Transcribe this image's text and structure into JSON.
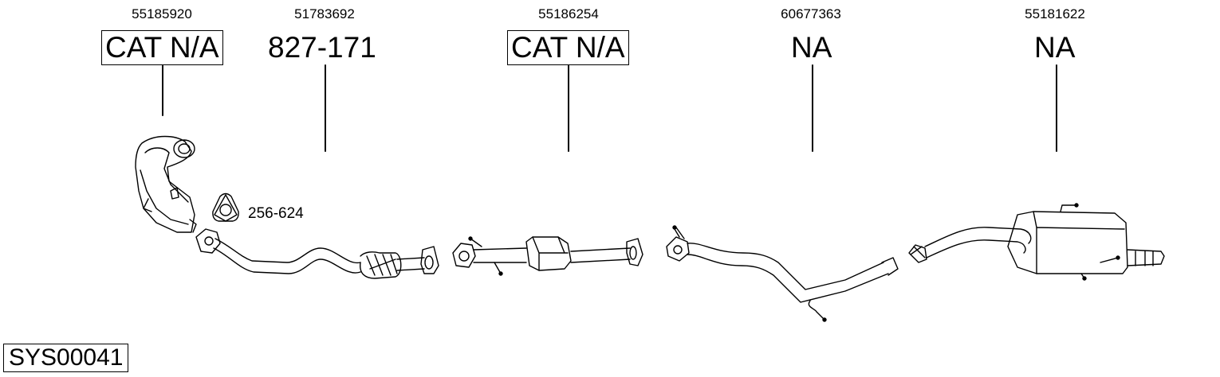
{
  "parts": [
    {
      "oe": "55185920",
      "ref": "CAT N/A",
      "boxed": true
    },
    {
      "oe": "51783692",
      "ref": "827-171",
      "boxed": false
    },
    {
      "oe": "55186254",
      "ref": "CAT N/A",
      "boxed": true
    },
    {
      "oe": "60677363",
      "ref": "NA",
      "boxed": false
    },
    {
      "oe": "55181622",
      "ref": "NA",
      "boxed": false
    }
  ],
  "gasket": {
    "ref": "256-624"
  },
  "system": {
    "code": "SYS00041"
  }
}
